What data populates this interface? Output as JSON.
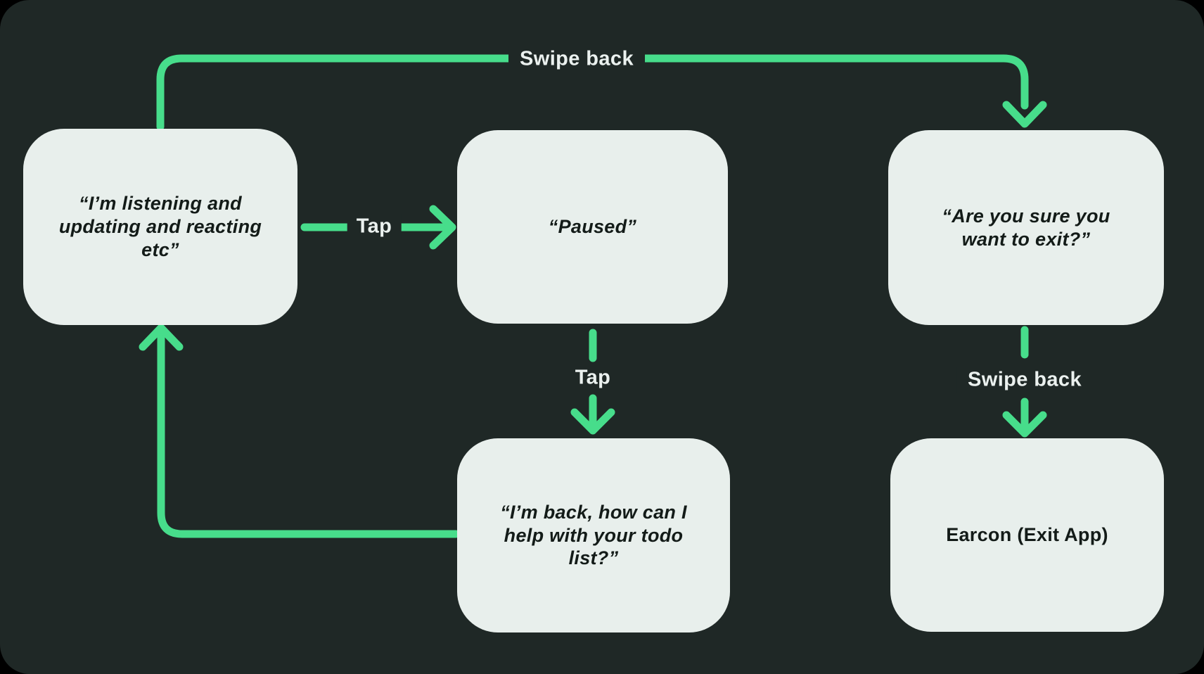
{
  "diagram": {
    "colors": {
      "page_background": "#000000",
      "panel": "#1f2826",
      "node_fill": "#e8efec",
      "node_text": "#131b18",
      "arrow": "#47dd8b",
      "edge_label_text": "#ebf1ef"
    },
    "nodes": [
      {
        "id": "listening",
        "text": "“I’m listening and updating and reacting etc”"
      },
      {
        "id": "paused",
        "text": "“Paused”"
      },
      {
        "id": "confirm-exit",
        "text": "“Are you sure you want to exit?”"
      },
      {
        "id": "back-help",
        "text": "“I’m back, how can I help with your todo list?”"
      },
      {
        "id": "earcon-exit",
        "text": "Earcon (Exit App)"
      }
    ],
    "edges": [
      {
        "from": "listening",
        "to": "confirm-exit",
        "label": "Swipe back"
      },
      {
        "from": "listening",
        "to": "paused",
        "label": "Tap"
      },
      {
        "from": "paused",
        "to": "back-help",
        "label": "Tap"
      },
      {
        "from": "back-help",
        "to": "listening",
        "label": ""
      },
      {
        "from": "confirm-exit",
        "to": "earcon-exit",
        "label": "Swipe back"
      }
    ]
  }
}
